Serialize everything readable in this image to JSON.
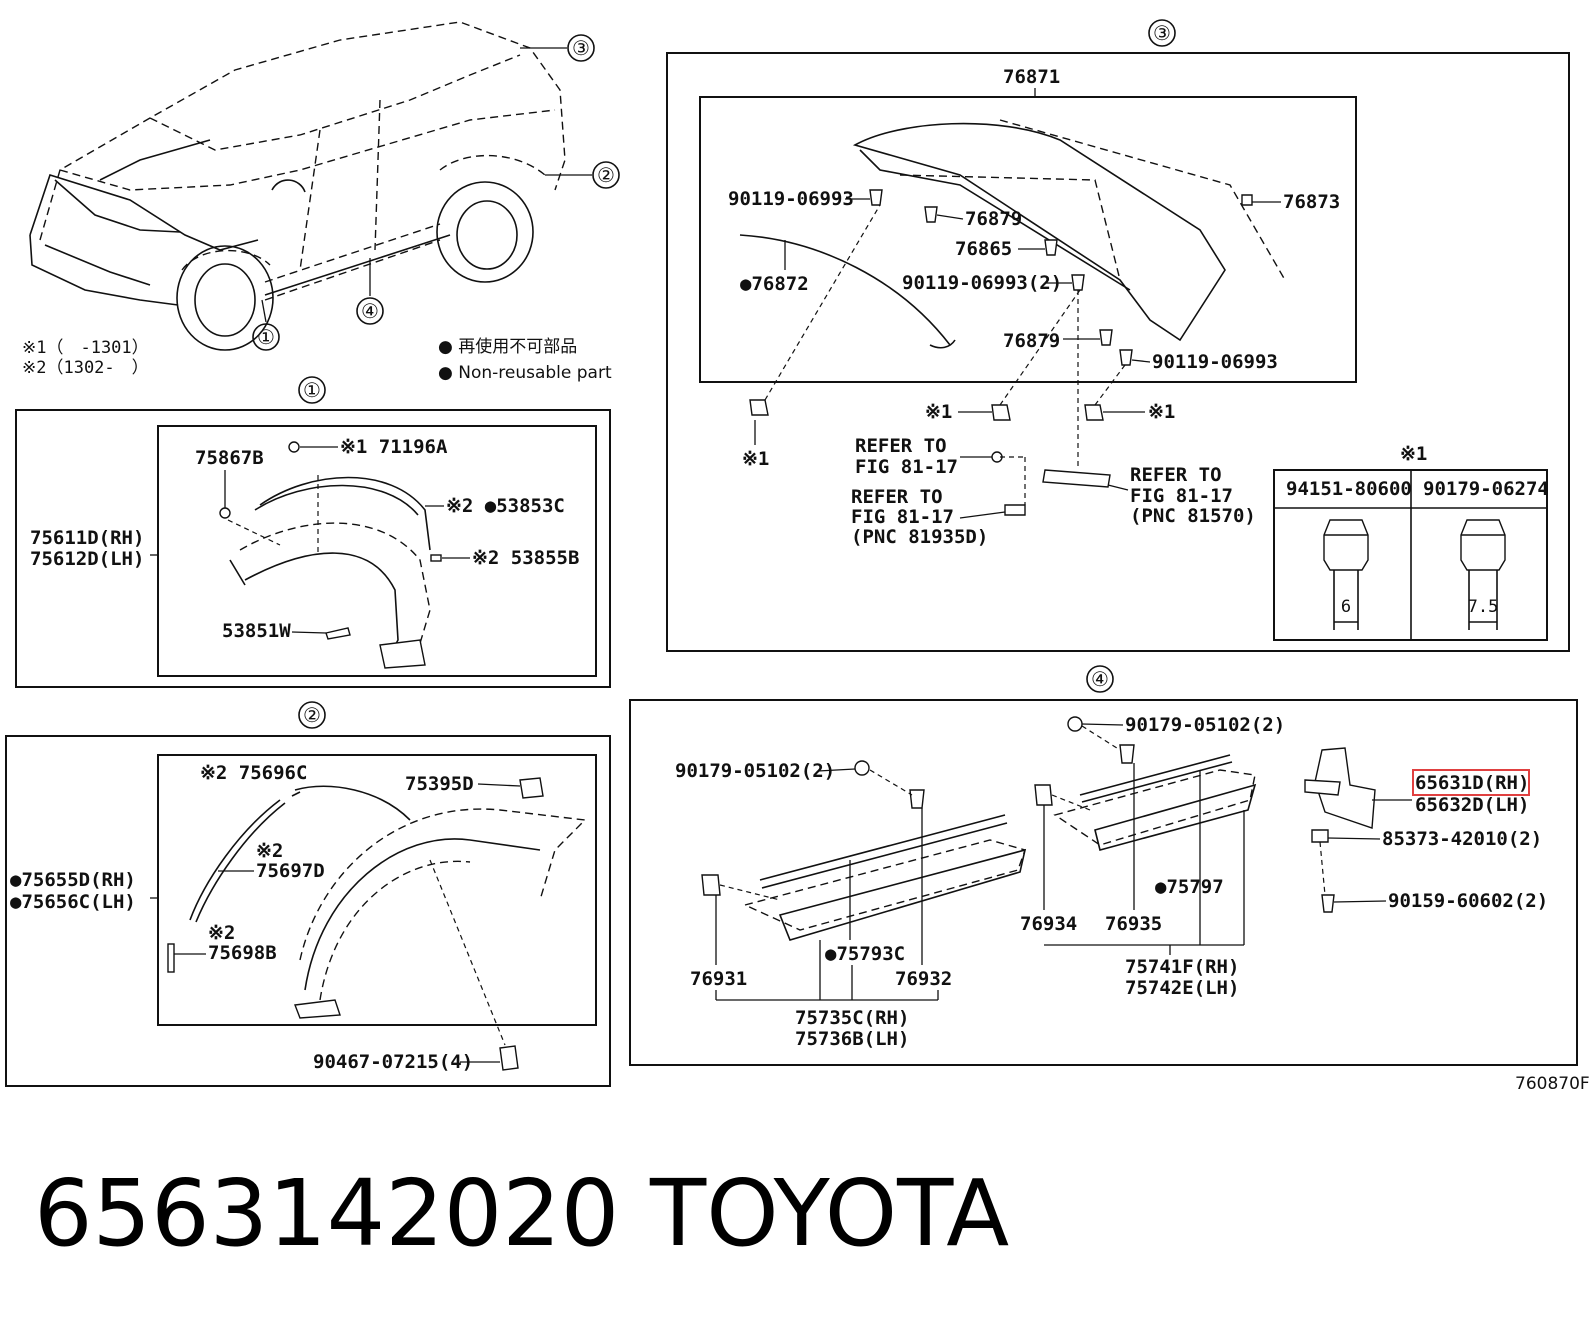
{
  "callouts": {
    "c1": "①",
    "c2": "②",
    "c3": "③",
    "c4": "④"
  },
  "notes": {
    "ref1": "※1（　-1301）",
    "ref2": "※2（1302-　）",
    "legend_jp": "● 再使用不可部品",
    "legend_en": "● Non-reusable part"
  },
  "section1": {
    "p75867b": "75867B",
    "p71196a": "※1 71196A",
    "p75611": "75611D(RH)",
    "p75612": "75612D(LH)",
    "p53853c": "※2 ●53853C",
    "p53855b": "※2 53855B",
    "p53851w": "53851W"
  },
  "section2": {
    "p75696c": "※2 75696C",
    "p75395d": "75395D",
    "p75697d_mark": "※2",
    "p75697d": "75697D",
    "p75655": "●75655D(RH)",
    "p75656": "●75656C(LH)",
    "p75698b_mark": "※2",
    "p75698b": "75698B",
    "p90467": "90467-07215(4)"
  },
  "section3": {
    "p76871": "76871",
    "p90119a": "90119-06993",
    "p76879a": "76879",
    "p76873": "76873",
    "p76865": "76865",
    "p76872": "●76872",
    "p90119b": "90119-06993(2)",
    "p76879b": "76879",
    "p90119c": "90119-06993",
    "m1a": "※1",
    "m1b": "※1",
    "m1c": "※1",
    "ref_a1": "REFER TO",
    "ref_a2": "FIG 81-17",
    "ref_b1": "REFER TO",
    "ref_b2": "FIG 81-17",
    "ref_b3": "(PNC 81935D)",
    "ref_c1": "REFER TO",
    "ref_c2": "FIG 81-17",
    "ref_c3": "(PNC 81570)",
    "table_mark": "※1",
    "t_col1": "94151-80600",
    "t_col2": "90179-06274",
    "t_dim1": "6",
    "t_dim2": "7.5"
  },
  "section4": {
    "p90179a": "90179-05102(2)",
    "p90179b": "90179-05102(2)",
    "p65631d": "65631D(RH)",
    "p65632d": "65632D(LH)",
    "p85373": "85373-42010(2)",
    "p90159": "90159-60602(2)",
    "p75797": "●75797",
    "p76934": "76934",
    "p76935": "76935",
    "p75741f": "75741F(RH)",
    "p75742e": "75742E(LH)",
    "p75793c": "●75793C",
    "p76931": "76931",
    "p76932": "76932",
    "p75735c": "75735C(RH)",
    "p75736b": "75736B(LH)"
  },
  "figure_code": "760870F",
  "part_number": "6563142020",
  "brand": "TOYOTA",
  "colors": {
    "highlight": "#e04040",
    "line": "#111111"
  }
}
